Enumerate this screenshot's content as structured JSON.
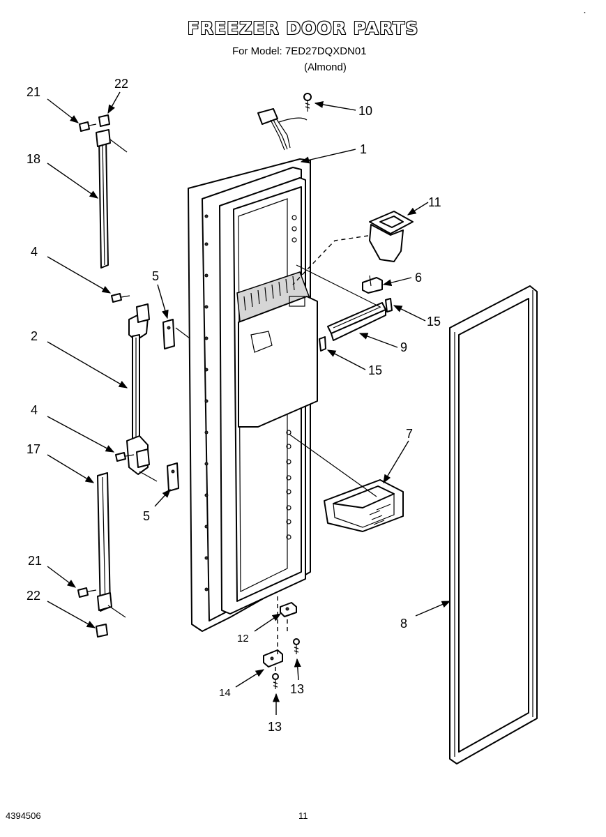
{
  "header": {
    "title": "FREEZER DOOR PARTS",
    "model_line": "For Model: 7ED27DQXDN01",
    "color_line": "(Almond)"
  },
  "footer": {
    "document_number": "4394506",
    "page_number": "11"
  },
  "callouts": {
    "c1": "1",
    "c2": "2",
    "c4a": "4",
    "c4b": "4",
    "c5a": "5",
    "c5b": "5",
    "c6": "6",
    "c7": "7",
    "c8": "8",
    "c9": "9",
    "c10": "10",
    "c11": "11",
    "c12": "12",
    "c13a": "13",
    "c13b": "13",
    "c14": "14",
    "c15a": "15",
    "c15b": "15",
    "c17": "17",
    "c18": "18",
    "c21a": "21",
    "c21b": "21",
    "c22a": "22",
    "c22b": "22"
  }
}
